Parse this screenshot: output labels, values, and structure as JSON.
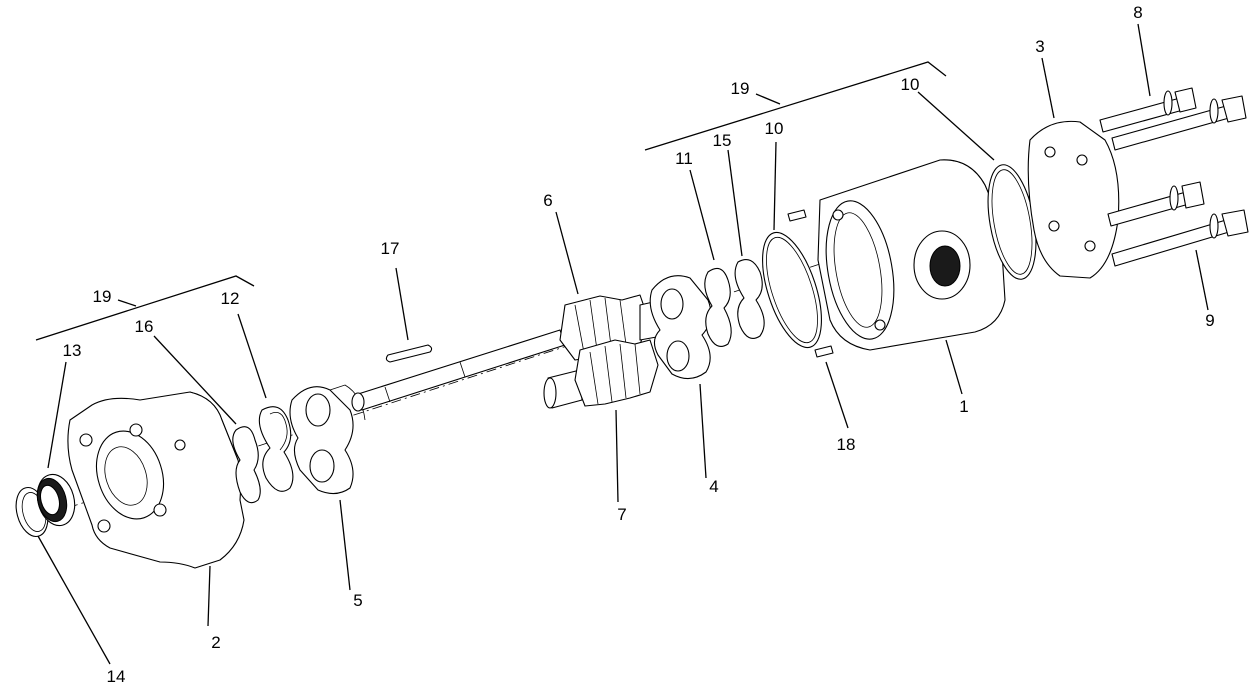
{
  "callouts": [
    {
      "id": "c1",
      "text": "1"
    },
    {
      "id": "c2",
      "text": "2"
    },
    {
      "id": "c3",
      "text": "3"
    },
    {
      "id": "c4",
      "text": "4"
    },
    {
      "id": "c5",
      "text": "5"
    },
    {
      "id": "c6",
      "text": "6"
    },
    {
      "id": "c7",
      "text": "7"
    },
    {
      "id": "c8",
      "text": "8"
    },
    {
      "id": "c9",
      "text": "9"
    },
    {
      "id": "c10a",
      "text": "10"
    },
    {
      "id": "c10b",
      "text": "10"
    },
    {
      "id": "c11",
      "text": "11"
    },
    {
      "id": "c12",
      "text": "12"
    },
    {
      "id": "c13",
      "text": "13"
    },
    {
      "id": "c14",
      "text": "14"
    },
    {
      "id": "c15",
      "text": "15"
    },
    {
      "id": "c16",
      "text": "16"
    },
    {
      "id": "c17",
      "text": "17"
    },
    {
      "id": "c18",
      "text": "18"
    },
    {
      "id": "c19a",
      "text": "19"
    },
    {
      "id": "c19b",
      "text": "19"
    }
  ]
}
